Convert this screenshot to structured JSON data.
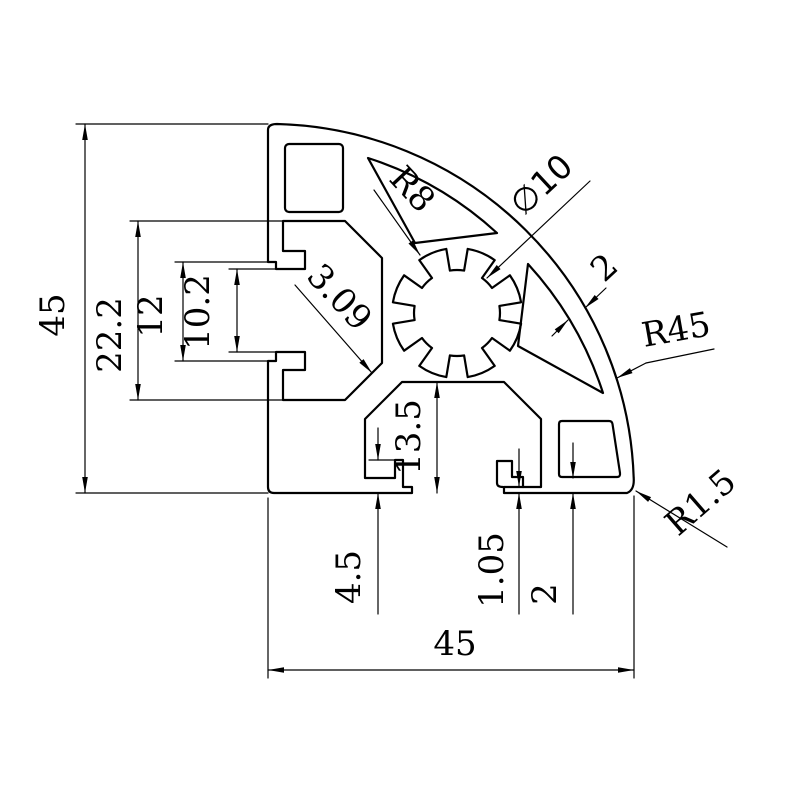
{
  "drawing": {
    "title": "45x45 corner-radius aluminium extrusion profile cross-section",
    "background_color": "#ffffff",
    "line_color": "#000000",
    "labels": {
      "overall_height": "45",
      "overall_width": "45",
      "slot_cavity_width": "22.2",
      "slot_mouth_width": "12",
      "slot_opening_width": "10.2",
      "web_thickness": "3.09",
      "spline_radius": "R8",
      "bore_diameter": "∅10",
      "arc_wall_thickness": "2",
      "outer_radius": "R45",
      "corner_fillet": "R1.5",
      "bottom_cavity_depth": "13.5",
      "lip_height": "4.5",
      "flange_thickness": "1.05",
      "bottom_wall_thickness": "2"
    }
  }
}
